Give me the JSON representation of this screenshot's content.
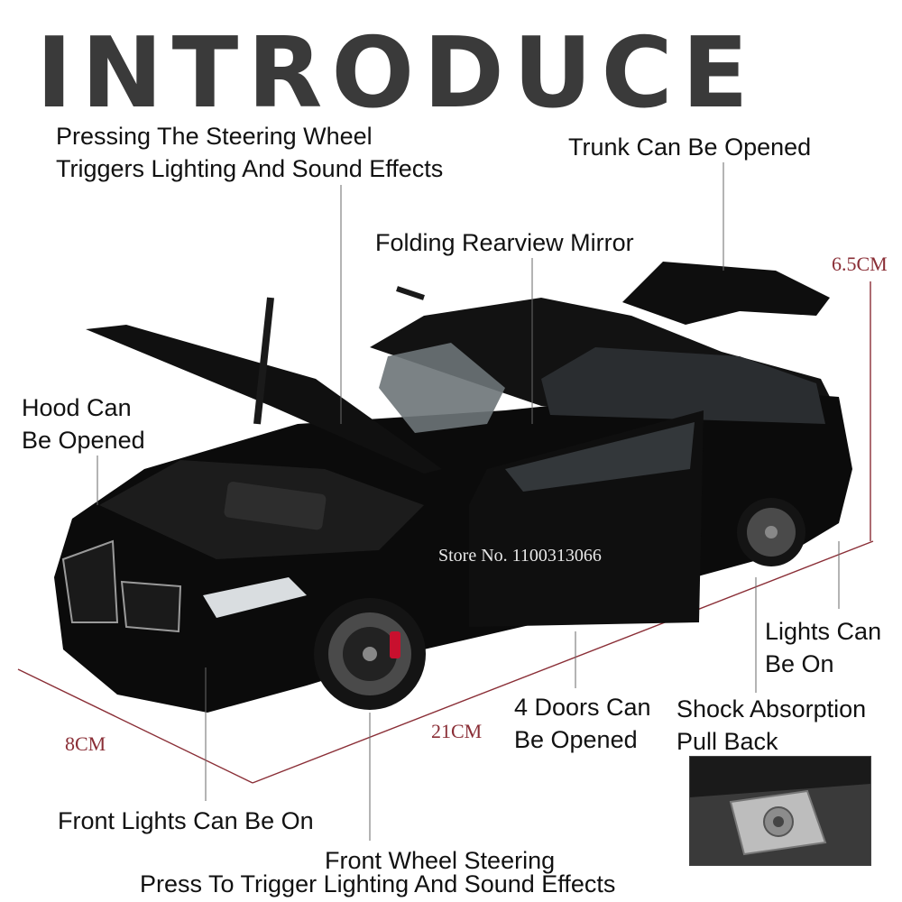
{
  "title": "INTRODUCE",
  "watermark": "Store No. 1100313066",
  "labels": {
    "steering_1": "Pressing The Steering Wheel",
    "steering_2": "Triggers Lighting And Sound Effects",
    "trunk": "Trunk Can Be Opened",
    "mirror": "Folding Rearview Mirror",
    "hood_1": "Hood Can",
    "hood_2": "Be Opened",
    "lights_1": "Lights Can",
    "lights_2": "Be On",
    "doors_1": "4 Doors Can",
    "doors_2": "Be Opened",
    "shock": "Shock Absorption",
    "pull": "Pull Back",
    "front_lights": "Front Lights Can Be On",
    "front_wheel": "Front Wheel Steering",
    "press": "Press To Trigger Lighting And Sound Effects"
  },
  "dimensions": {
    "height": "6.5CM",
    "width": "8CM",
    "length": "21CM"
  },
  "colors": {
    "car_body": "#0b0b0b",
    "dimension_lines": "#8a2e36",
    "brake_caliper": "#c8102e"
  }
}
